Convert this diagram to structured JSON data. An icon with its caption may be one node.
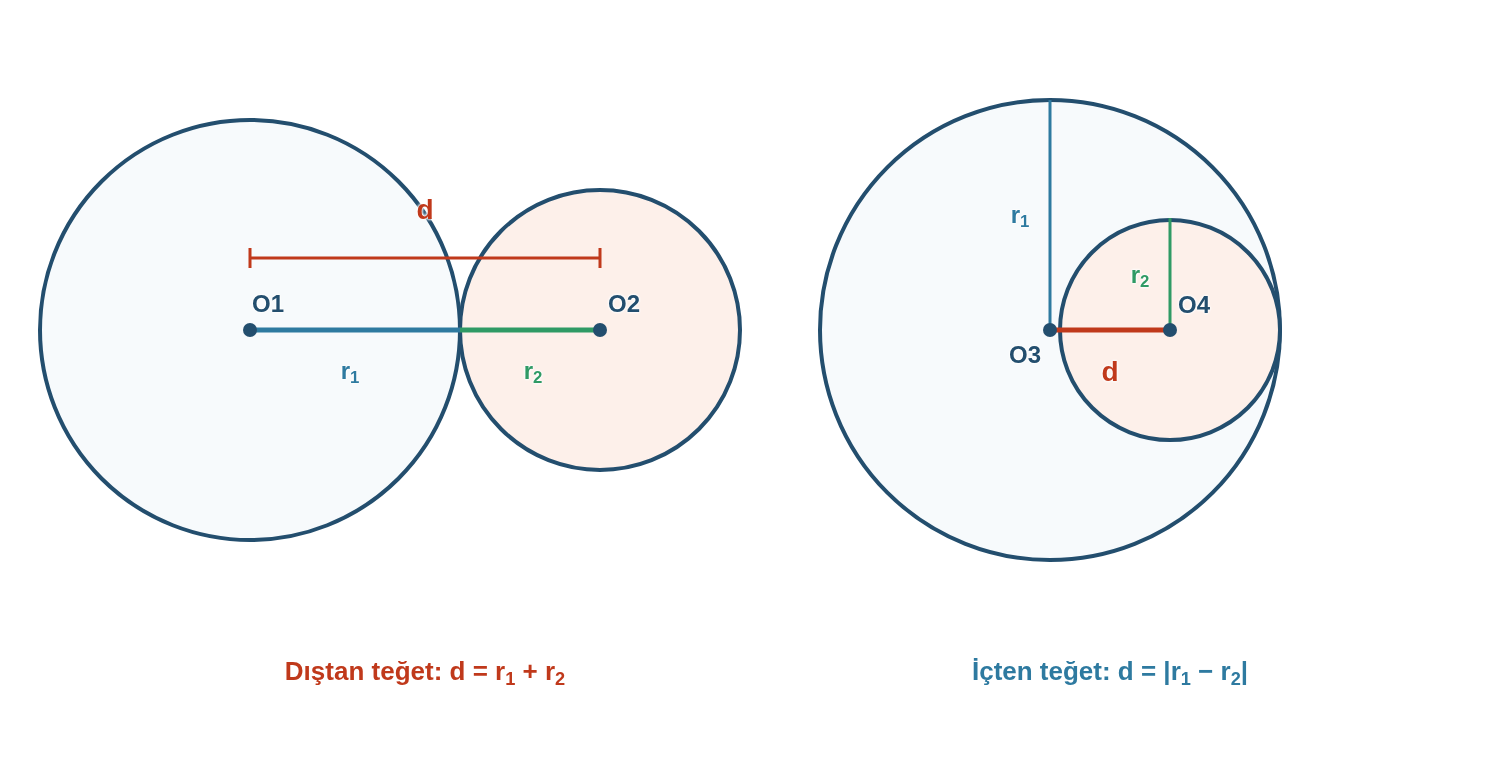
{
  "diagram": {
    "labels": [
      "d",
      "O1",
      "O2",
      "r$_{1}$",
      "r$_{2}$",
      "r$_{1}$",
      "r$_{2}$",
      "O4",
      "O3",
      "d",
      "Dıştan teğet: d = r$_{1}$ + r$_{2}$",
      "İçten teğet: d = |r$_{1}$ − r$_{2}$|"
    ]
  }
}
